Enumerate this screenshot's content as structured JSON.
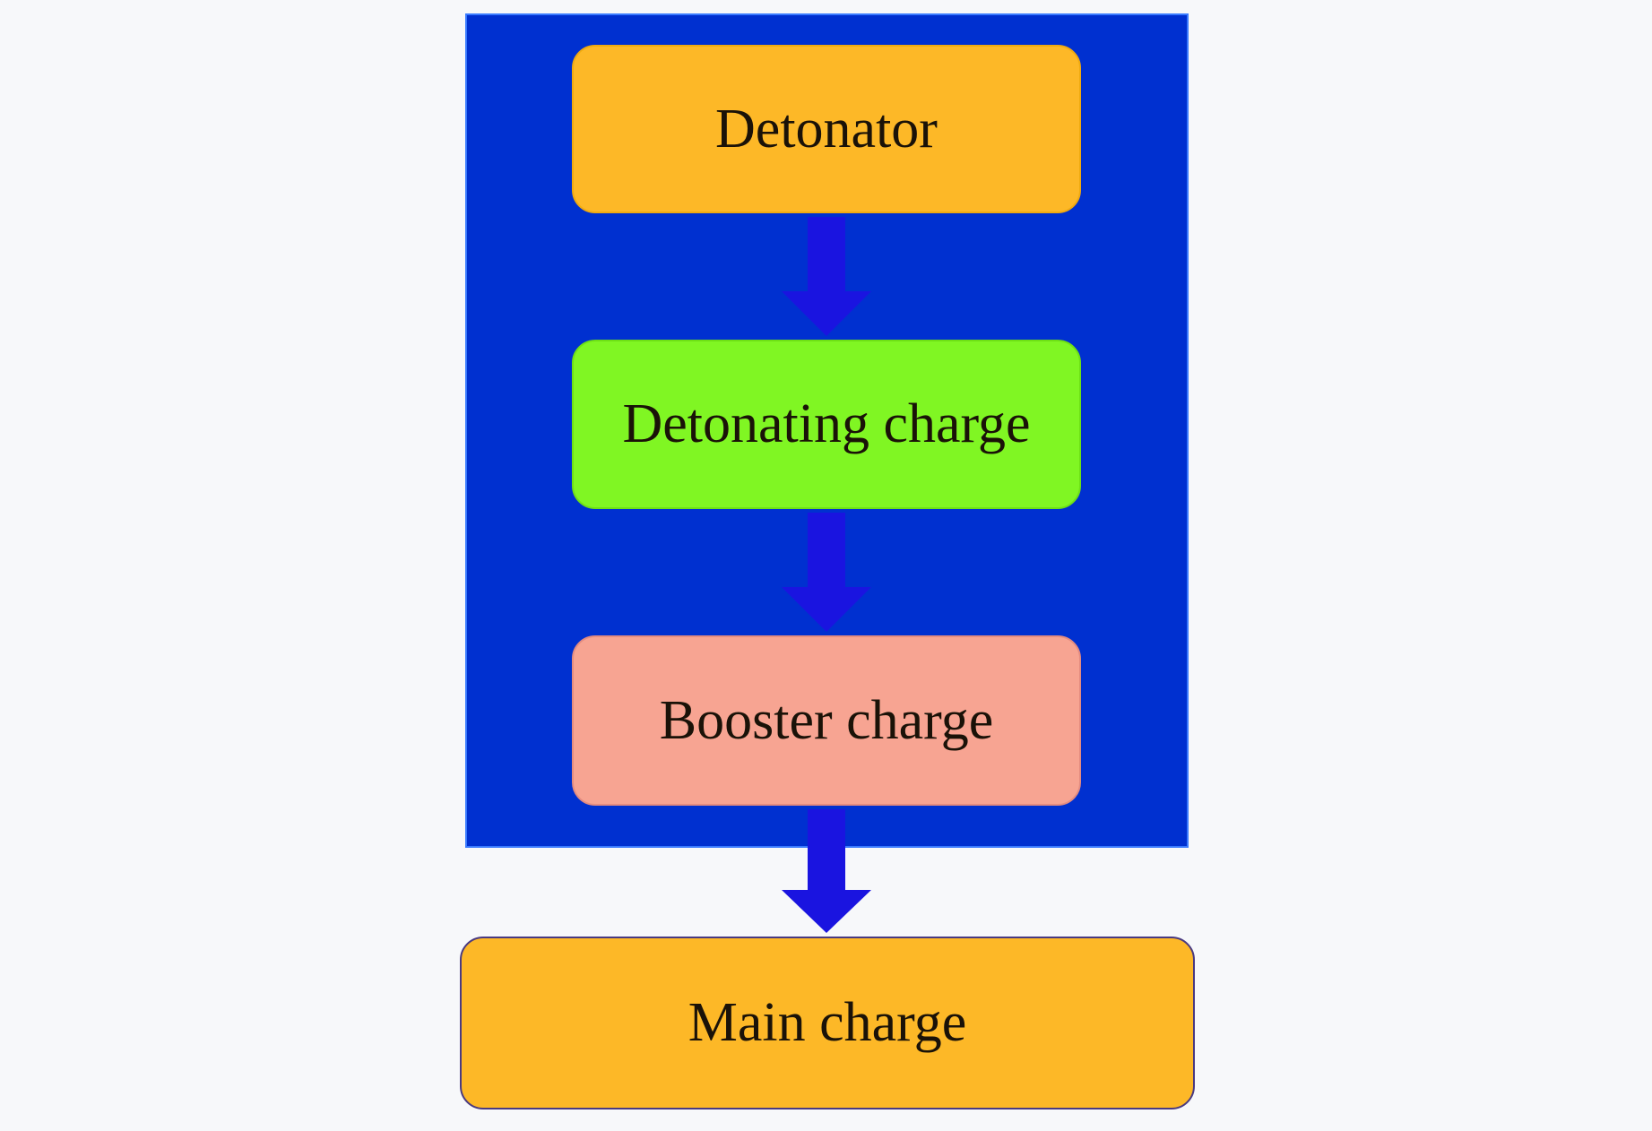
{
  "nodes": [
    {
      "label": "Detonator",
      "color": "#fdb827"
    },
    {
      "label": "Detonating charge",
      "color": "#80f623"
    },
    {
      "label": "Booster charge",
      "color": "#f7a492"
    },
    {
      "label": "Main charge",
      "color": "#fdb827"
    }
  ],
  "colors": {
    "panel": "#0030d0",
    "arrow": "#1a14e0",
    "background": "#f7f8fa"
  }
}
